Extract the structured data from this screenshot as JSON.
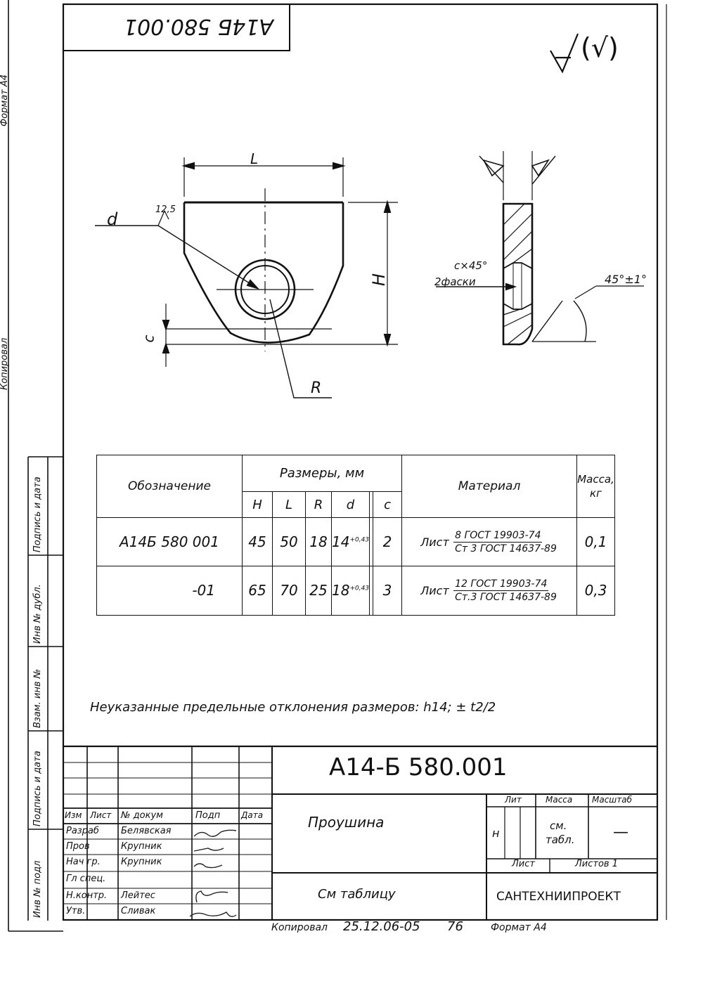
{
  "stamp_number": "А14Б 580.001",
  "top_roughness": "(√)",
  "drawing": {
    "label_L": "L",
    "label_d": "d",
    "label_H": "H",
    "label_c": "c",
    "label_R": "R",
    "roughness": "12,5",
    "chamfer_line1": "c×45°",
    "chamfer_line2": "2фаски",
    "angle": "45°±1°"
  },
  "table": {
    "header_designation": "Обозначение",
    "header_sizes": "Размеры, мм",
    "header_material": "Материал",
    "header_mass": "Масса, кг",
    "cols": [
      "H",
      "L",
      "R",
      "d",
      "c"
    ],
    "rows": [
      {
        "designation": "А14Б 580 001",
        "H": "45",
        "L": "50",
        "R": "18",
        "d": "14",
        "d_tol": "+0,43",
        "c": "2",
        "material_prefix": "Лист",
        "material_num": "8 ГОСТ 19903-74",
        "material_den": "Ст 3 ГОСТ 14637-89",
        "mass": "0,1"
      },
      {
        "designation": "-01",
        "H": "65",
        "L": "70",
        "R": "25",
        "d": "18",
        "d_tol": "+0,43",
        "c": "3",
        "material_prefix": "Лист",
        "material_num": "12 ГОСТ 19903-74",
        "material_den": "Ст.3 ГОСТ 14637-89",
        "mass": "0,3"
      }
    ]
  },
  "note": "Неуказанные предельные отклонения размеров: h14; ± t2/2",
  "title_block": {
    "code": "А14-Б 580.001",
    "name": "Проушина",
    "material": "См таблицу",
    "organization": "САНТЕХНИИПРОЕКТ",
    "lit_header": "Лит",
    "mass_header": "Масса",
    "scale_header": "Масштаб",
    "lit_value": "н",
    "mass_value_1": "см.",
    "mass_value_2": "табл.",
    "scale_value": "—",
    "sheet_label": "Лист",
    "sheets_label": "Листов 1",
    "col_headers": [
      "Изм",
      "Лист",
      "№ докум",
      "Подп",
      "Дата"
    ],
    "roles": [
      {
        "role": "Разраб",
        "name": "Белявская"
      },
      {
        "role": "Пров",
        "name": "Крупник"
      },
      {
        "role": "Нач гр.",
        "name": "Крупник"
      },
      {
        "role": "Гл спец.",
        "name": ""
      },
      {
        "role": "Н.контр.",
        "name": "Лейтес"
      },
      {
        "role": "Утв.",
        "name": "Сливак"
      }
    ]
  },
  "footer": {
    "copied": "Копировал",
    "copied_date": "25.12.06-05",
    "copied_num": "76",
    "format": "Формат А4"
  },
  "side_labels": {
    "top_format": "Формат А4",
    "copy": "Копировал",
    "inv_orig": "Инв № подл",
    "sign_date_1": "Подпись и дата",
    "replace_inv": "Взам. инв №",
    "inv_dup": "Инв № дубл.",
    "sign_date_2": "Подпись и дата"
  }
}
